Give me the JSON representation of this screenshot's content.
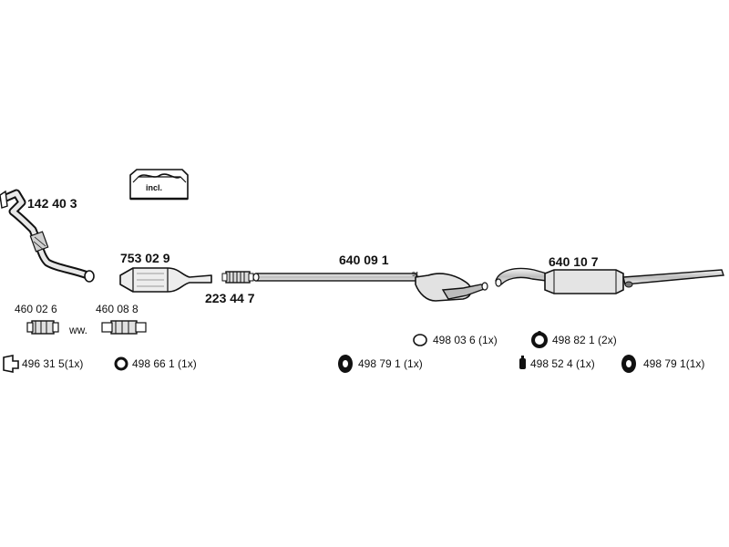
{
  "parts": {
    "p1": "142 40 3",
    "p2": "753 02 9",
    "p3": "223 44 7",
    "p4": "640 09 1",
    "p5": "640 10 7",
    "p6": "460 02 6",
    "p7": "460 08 8"
  },
  "connector": "ww.",
  "kit_label": "incl.",
  "pipe_mark": "91",
  "accessories": {
    "a1": "496 31 5(1x)",
    "a2": "498 66 1 (1x)",
    "a3": "498 79 1 (1x)",
    "a4": "498 03 6  (1x)",
    "a5": "498 82 1  (2x)",
    "a6": "498 52 4  (1x)",
    "a7": "498 79 1(1x)"
  },
  "icons": [
    "front-pipe-icon",
    "catalytic-converter-icon",
    "flex-joint-icon",
    "middle-silencer-icon",
    "rear-silencer-icon",
    "mounting-kit-icon",
    "clamp-icon",
    "rubber-ring-icon",
    "rubber-hanger-icon",
    "rubber-buffer-icon"
  ],
  "colors": {
    "line": "#111111",
    "fill_light": "#e6e6e6",
    "fill_dark": "#777777"
  }
}
